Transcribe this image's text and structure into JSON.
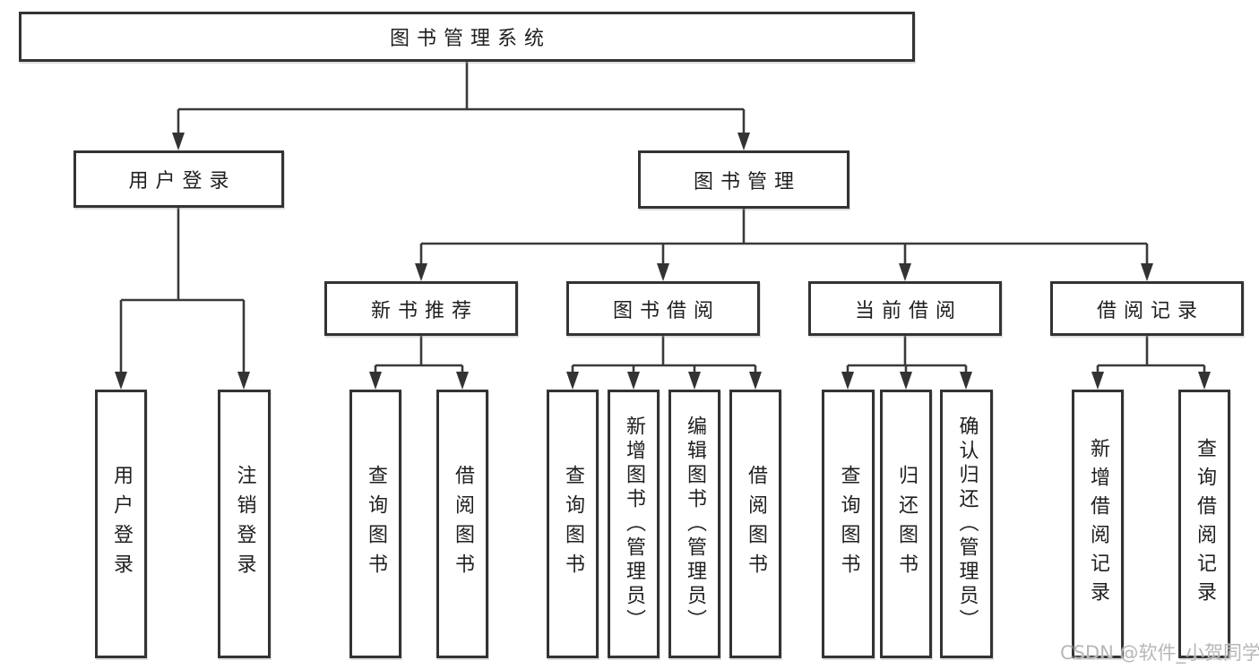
{
  "diagram": {
    "type": "tree-diagram",
    "root": {
      "label": "图书管理系统"
    },
    "level2": {
      "user_login": {
        "label": "用户登录"
      },
      "book_management": {
        "label": "图书管理"
      }
    },
    "level3": {
      "new_book_recommend": {
        "label": "新书推荐"
      },
      "book_borrow": {
        "label": "图书借阅"
      },
      "current_borrow": {
        "label": "当前借阅"
      },
      "borrow_records": {
        "label": "借阅记录"
      }
    },
    "leaves": {
      "user_login_leaf": {
        "label": "用户登录"
      },
      "logout": {
        "label": "注销登录"
      },
      "query_books_1": {
        "label": "查询图书"
      },
      "borrow_books_1": {
        "label": "借阅图书"
      },
      "query_books_2": {
        "label": "查询图书"
      },
      "add_books_admin": {
        "label": "新增图书（管理员）"
      },
      "edit_books_admin": {
        "label": "编辑图书（管理员）"
      },
      "borrow_books_2": {
        "label": "借阅图书"
      },
      "query_books_3": {
        "label": "查询图书"
      },
      "return_books": {
        "label": "归还图书"
      },
      "confirm_return_admin": {
        "label": "确认归还（管理员）"
      },
      "add_borrow_record": {
        "label": "新增借阅记录"
      },
      "query_borrow_record": {
        "label": "查询借阅记录"
      }
    },
    "colors": {
      "line": "#333333",
      "text": "#1f1f1f",
      "watermark": "#b7b7b7"
    },
    "watermark": "CSDN @软件_小贺同学"
  }
}
